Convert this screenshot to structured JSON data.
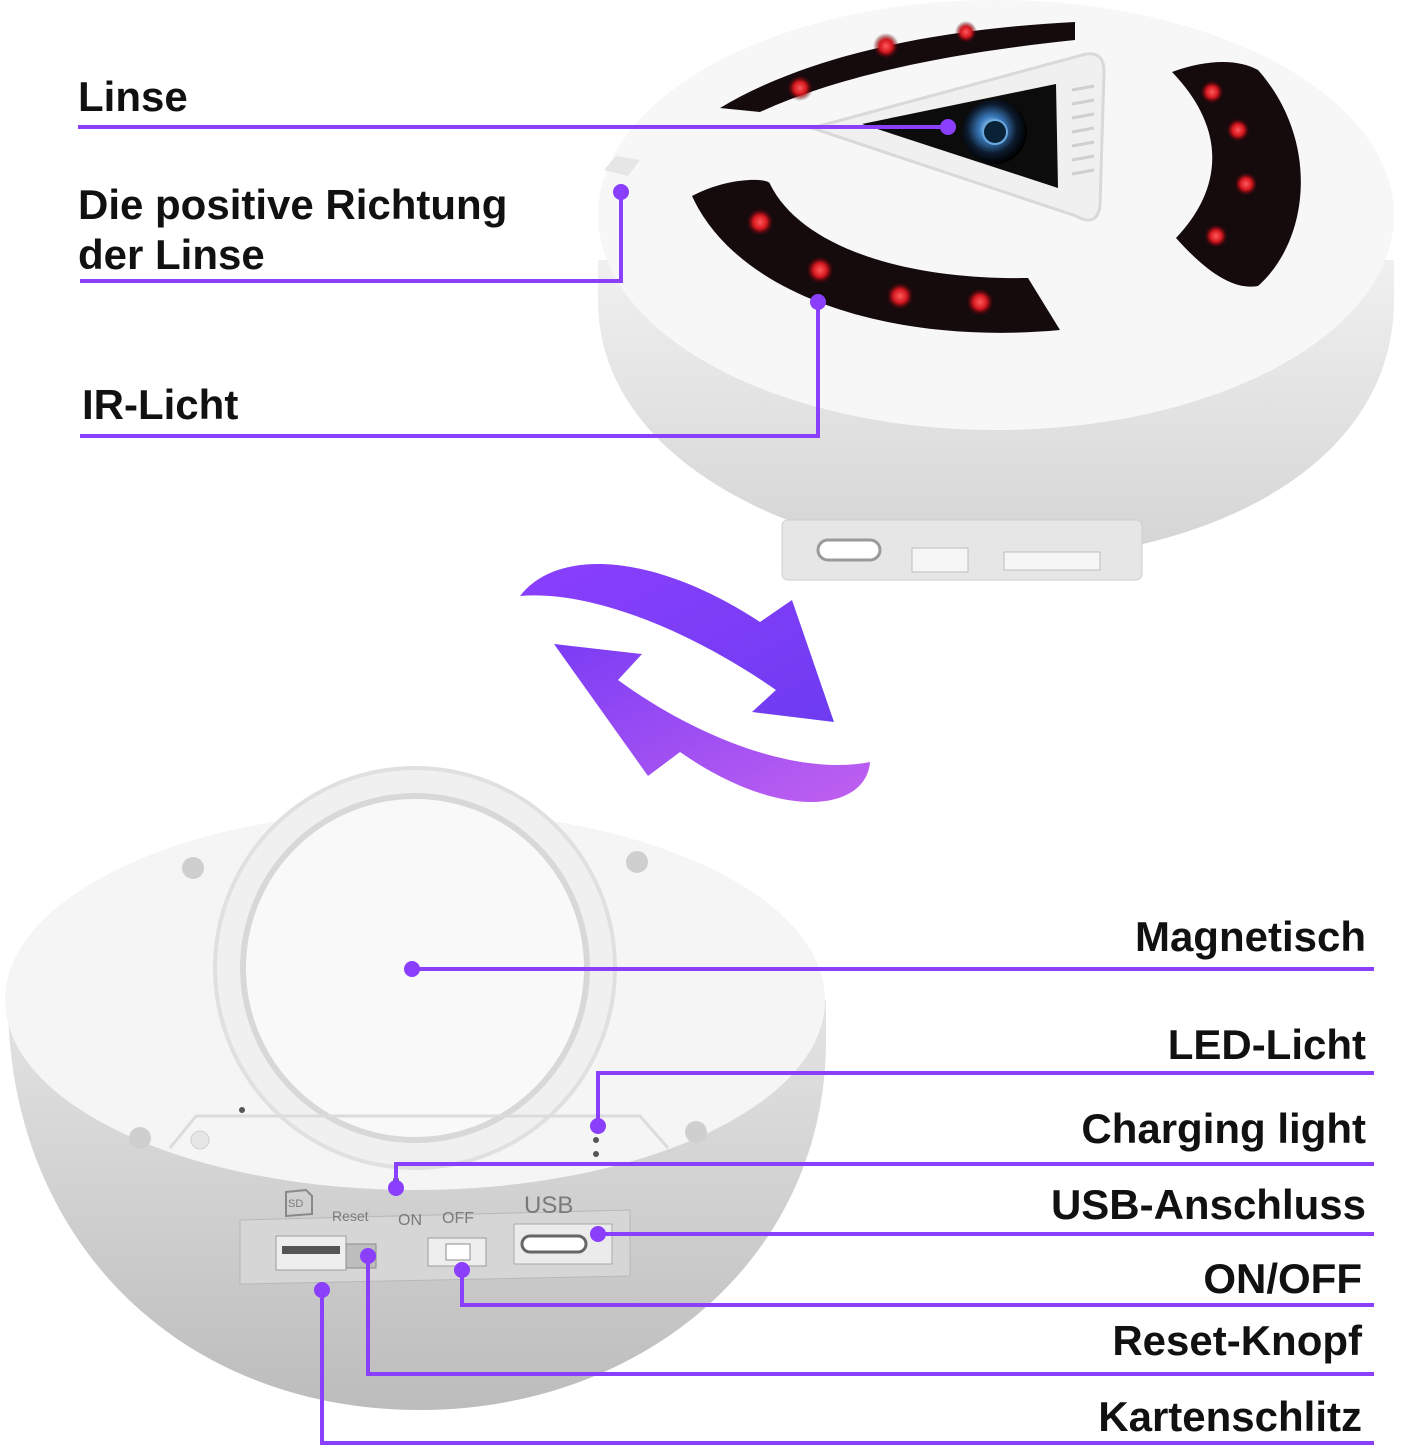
{
  "colors": {
    "accent": "#8a3ffc",
    "ir_led": "#e0202a",
    "device": "#f4f4f4"
  },
  "labels": {
    "lens": "Linse",
    "lens_direction": "Die positive Richtung\nder Linse",
    "ir_light": "IR-Licht",
    "magnetic": "Magnetisch",
    "led_light": "LED-Licht",
    "charging_light": "Charging light",
    "usb_port": "USB-Anschluss",
    "on_off": "ON/OFF",
    "reset_button": "Reset-Knopf",
    "card_slot": "Kartenschlitz"
  },
  "device_markings": {
    "reset": "Reset",
    "on": "ON",
    "off": "OFF",
    "usb": "USB",
    "sd": "SD"
  },
  "icons": [
    "rotate-arrows-icon",
    "camera-lens-icon",
    "sd-card-icon"
  ]
}
